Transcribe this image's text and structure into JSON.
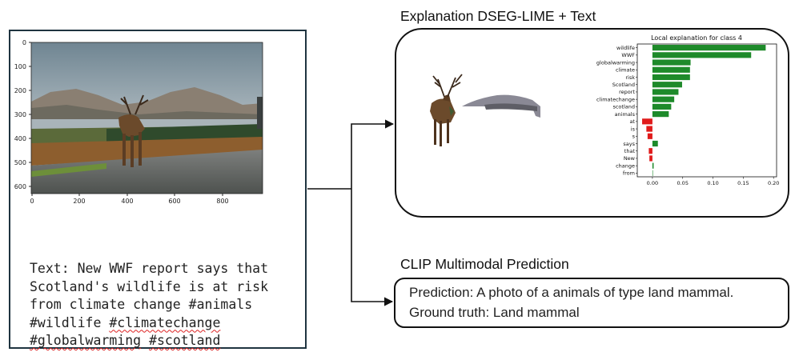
{
  "input": {
    "image_axes": {
      "y_ticks": [
        "0",
        "100",
        "200",
        "300",
        "400",
        "500",
        "600"
      ],
      "x_ticks": [
        "0",
        "200",
        "400",
        "600",
        "800"
      ]
    },
    "text_segments": [
      {
        "text": "Text: New WWF report says that\nScotland's wildlife is at risk\nfrom climate change #animals\n",
        "squiggle": false
      },
      {
        "text": "#wildlife",
        "squiggle": false
      },
      {
        "text": " ",
        "squiggle": false
      },
      {
        "text": "#climatechange",
        "squiggle": true
      },
      {
        "text": "\n",
        "squiggle": false
      },
      {
        "text": "#globalwarming",
        "squiggle": true
      },
      {
        "text": " ",
        "squiggle": false
      },
      {
        "text": "#scotland",
        "squiggle": true
      }
    ]
  },
  "explanation": {
    "title": "Explanation DSEG-LIME + Text"
  },
  "prediction": {
    "title": "CLIP Multimodal Prediction",
    "prediction_line": "Prediction: A photo of a animals of type land mammal.",
    "ground_truth_line": "Ground truth: Land mammal"
  },
  "colors": {
    "positive": "#1e8a2a",
    "negative": "#e01b1b",
    "frame": "#1f3440"
  },
  "chart_data": {
    "type": "bar",
    "orientation": "horizontal",
    "title": "Local explanation for class 4",
    "categories": [
      "wildlife",
      "WWF",
      "globalwarming",
      "climate",
      "risk",
      "Scotland",
      "report",
      "climatechange",
      "scotland",
      "animals",
      "at",
      "is",
      "s",
      "says",
      "that",
      "New",
      "change",
      "from"
    ],
    "values": [
      0.187,
      0.163,
      0.063,
      0.062,
      0.062,
      0.049,
      0.043,
      0.036,
      0.031,
      0.027,
      -0.017,
      -0.01,
      -0.008,
      0.009,
      -0.006,
      -0.005,
      0.002,
      0.0
    ],
    "xlim": [
      -0.025,
      0.205
    ],
    "xticks": [
      0.0,
      0.05,
      0.1,
      0.15,
      0.2
    ],
    "xtick_labels": [
      "0.00",
      "0.05",
      "0.10",
      "0.15",
      "0.20"
    ],
    "grid": false
  }
}
